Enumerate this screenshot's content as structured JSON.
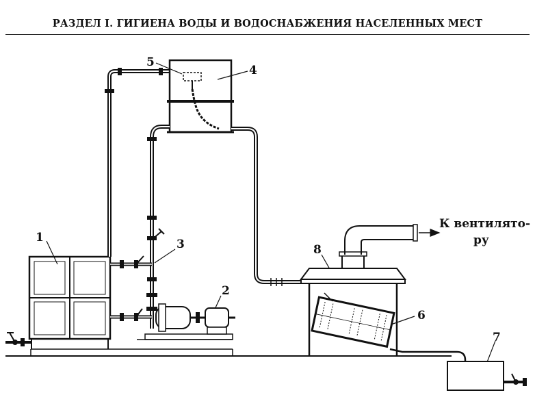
{
  "page": {
    "header": "РАЗДЕЛ I. ГИГИЕНА ВОДЫ И ВОДОСНАБЖЕНИЯ НАСЕЛЕННЫХ МЕСТ"
  },
  "figure": {
    "labels": [
      "1",
      "2",
      "3",
      "4",
      "5",
      "6",
      "7",
      "8"
    ],
    "outlet_note_line1": "К вентилято-",
    "outlet_note_line2": "ру"
  },
  "icons": [
    "arrow-right-icon",
    "valve-icon",
    "pump-motor-icon"
  ]
}
